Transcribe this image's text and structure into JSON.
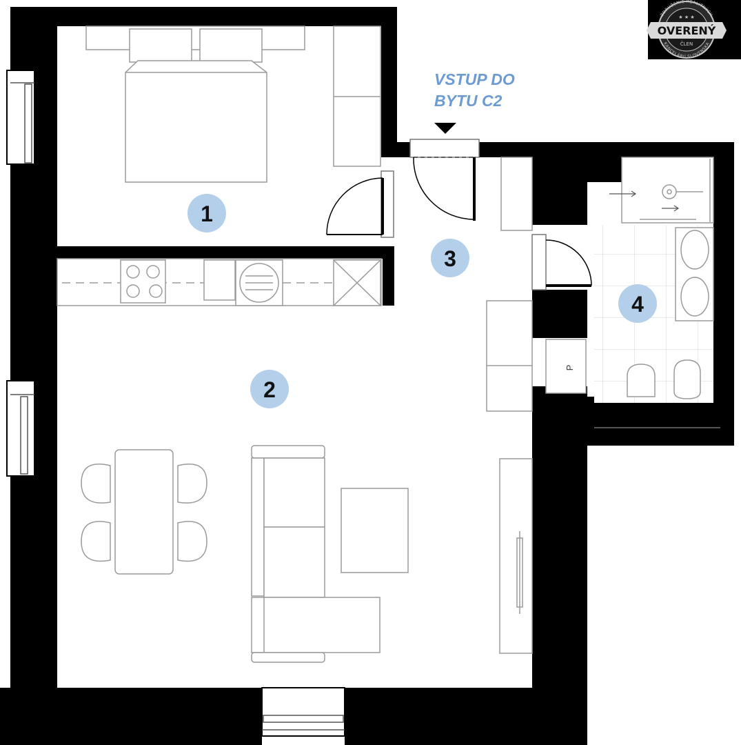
{
  "entrance": {
    "line1": "VSTUP DO",
    "line2": "BYTU C2"
  },
  "rooms": [
    {
      "label": "1"
    },
    {
      "label": "2"
    },
    {
      "label": "3"
    },
    {
      "label": "4"
    }
  ],
  "fixtures": {
    "boiler_label": "P"
  },
  "badge": {
    "main": "OVERENÝ",
    "sub": "ČLEN",
    "ring_top": "ZDRUŽENIE REALITNÝCH",
    "ring_bottom": "KANCELÁRIÍ SLOVENSKA"
  },
  "colors": {
    "wall": "#000000",
    "room_marker": "#b4cfe9",
    "entrance_text": "#6c9bd2",
    "furniture_line": "#9a9a9a",
    "badge_bg": "#000000",
    "badge_ring": "#c8c8c8"
  }
}
